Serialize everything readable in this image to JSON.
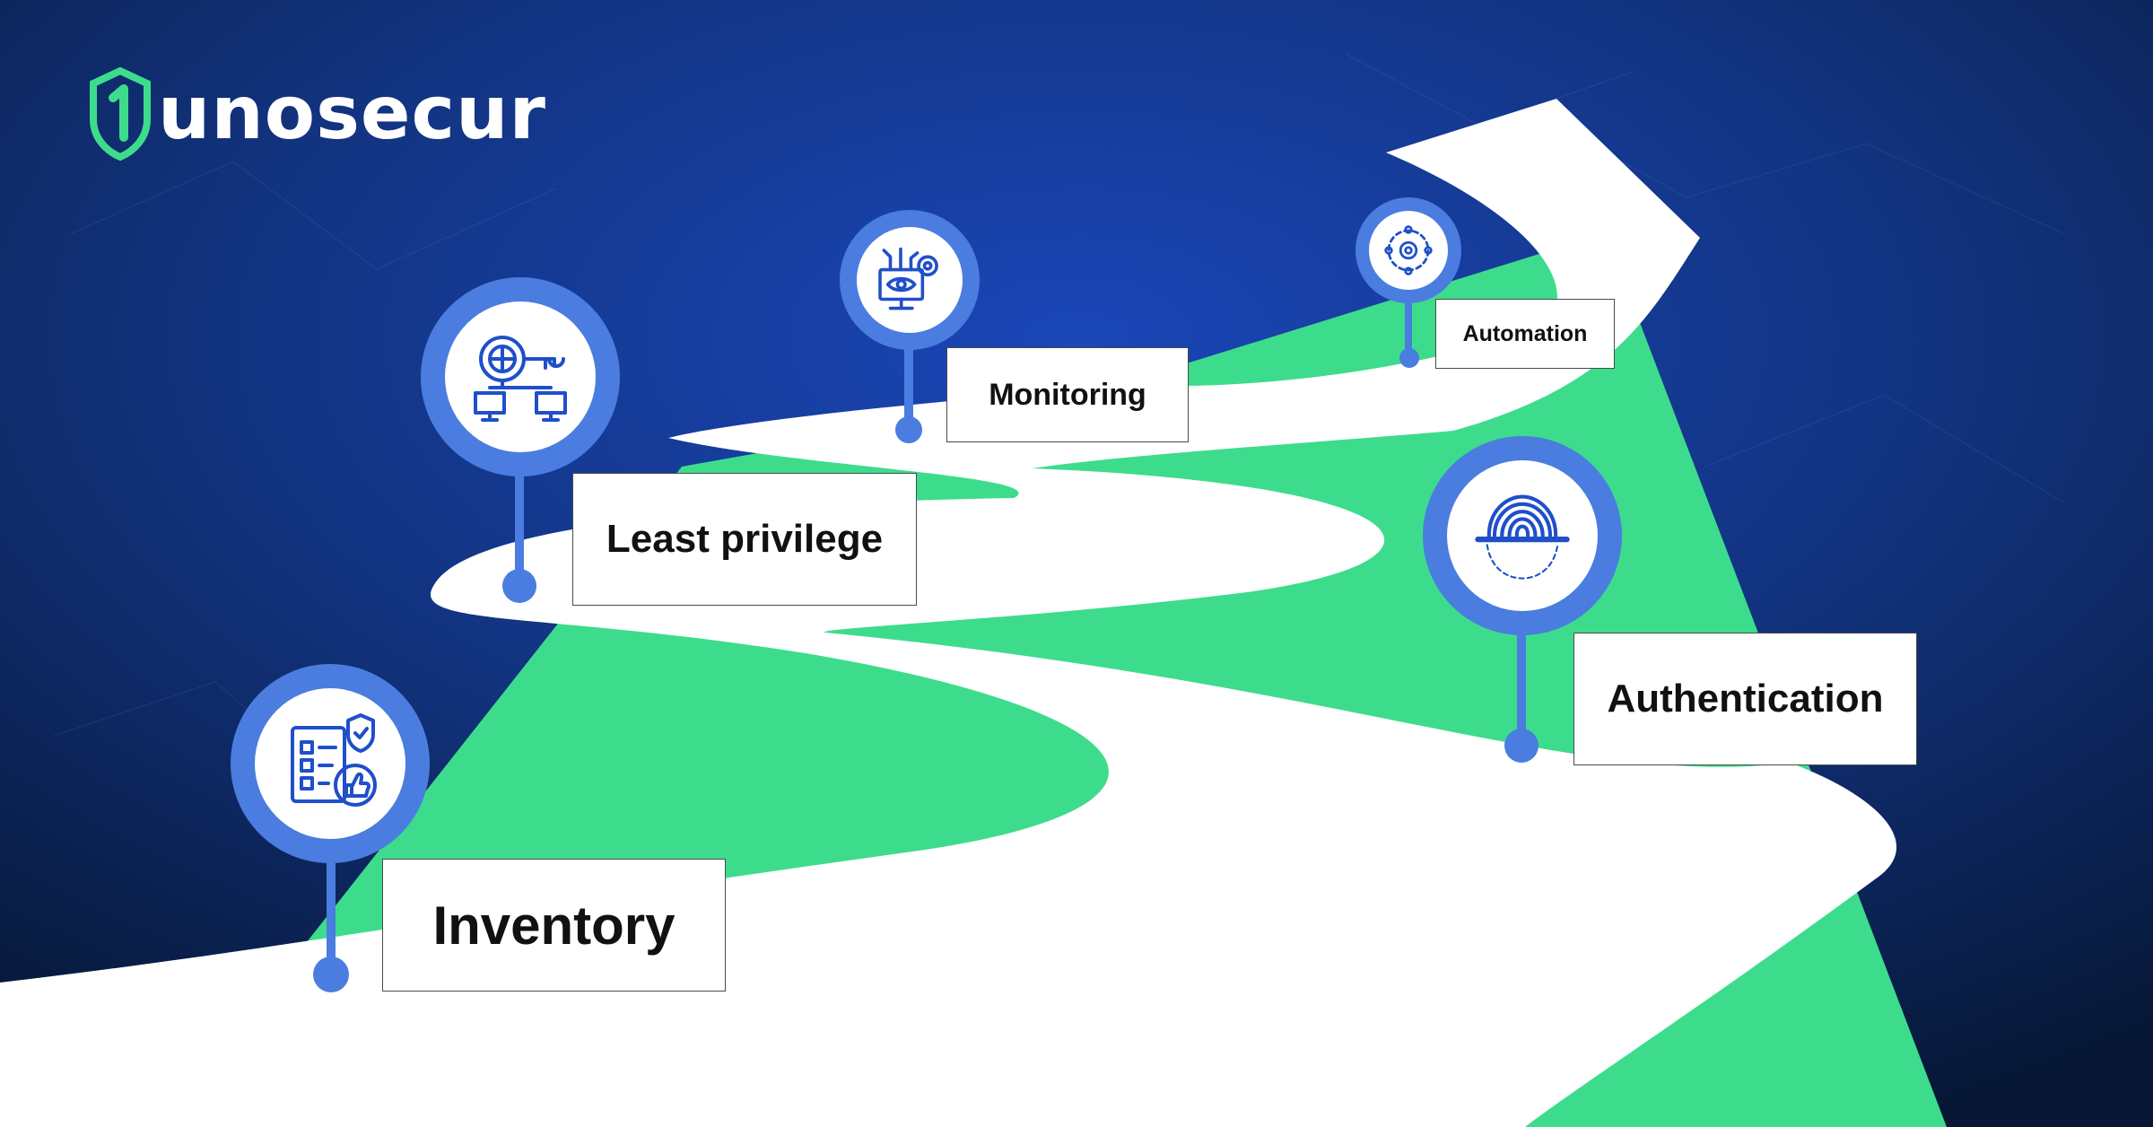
{
  "brand": {
    "name": "unosecur",
    "logo_icon": "shield-1-icon",
    "accent": "#3ddc8c"
  },
  "colors": {
    "background": "#0b1f4d",
    "road": "#ffffff",
    "hill": "#3ddc8c",
    "pin": "#4a7ddf"
  },
  "steps": [
    {
      "label": "Inventory",
      "icon": "checklist-thumbs-up-icon"
    },
    {
      "label": "Least privilege",
      "icon": "globe-key-network-icon"
    },
    {
      "label": "Monitoring",
      "icon": "eye-monitor-gear-icon"
    },
    {
      "label": "Automation",
      "icon": "gear-cycle-icon"
    },
    {
      "label": "Authentication",
      "icon": "fingerprint-icon"
    }
  ]
}
